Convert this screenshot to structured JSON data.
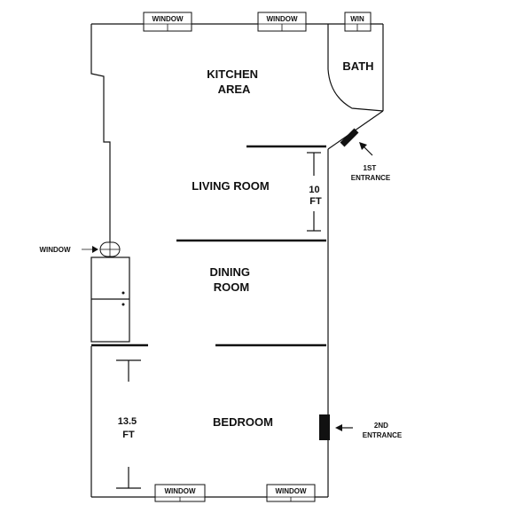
{
  "rooms": {
    "kitchen": [
      "KITCHEN",
      "AREA"
    ],
    "bath": "BATH",
    "living": "LIVING ROOM",
    "dining": [
      "DINING",
      "ROOM"
    ],
    "bedroom": "BEDROOM"
  },
  "windows": {
    "top_left": "WINDOW",
    "top_middle": "WINDOW",
    "top_right": "WIN",
    "side": "WINDOW",
    "bottom_left": "WINDOW",
    "bottom_right": "WINDOW"
  },
  "entrances": {
    "first": [
      "1ST",
      "ENTRANCE"
    ],
    "second": [
      "2ND",
      "ENTRANCE"
    ]
  },
  "dimensions": {
    "living": [
      "10",
      "FT"
    ],
    "bedroom": [
      "13.5",
      "FT"
    ]
  }
}
